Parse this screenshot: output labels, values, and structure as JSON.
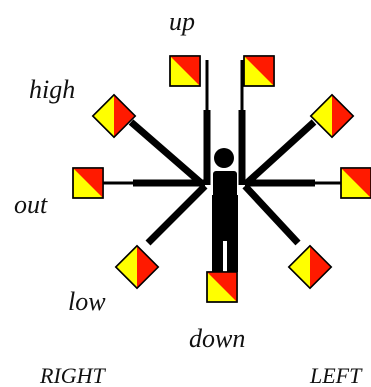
{
  "labels": {
    "up": "up",
    "high": "high",
    "out": "out",
    "low": "low",
    "down": "down"
  },
  "sides": {
    "right": "RIGHT",
    "left": "LEFT"
  },
  "colors": {
    "flag_red": "#ff1a00",
    "flag_yellow": "#ffff00",
    "figure": "#000000",
    "outline": "#000000"
  }
}
